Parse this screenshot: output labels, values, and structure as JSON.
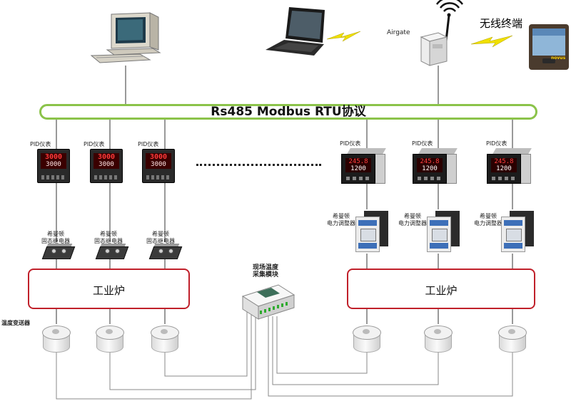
{
  "bus": {
    "label": "Rs485 Modbus RTU协议"
  },
  "airgate": {
    "label": "Airgate"
  },
  "wireless": {
    "label": "无线终端",
    "device_brand": "novus"
  },
  "pid_label": "PID仪表",
  "pid_left": [
    {
      "pv": "3000",
      "sv": "3000"
    },
    {
      "pv": "3000",
      "sv": "3000"
    },
    {
      "pv": "3000",
      "sv": "3000"
    }
  ],
  "pid_right": [
    {
      "pv": "245.8",
      "sv": "1200"
    },
    {
      "pv": "245.8",
      "sv": "1200"
    },
    {
      "pv": "245.8",
      "sv": "1200"
    }
  ],
  "ssr": {
    "line1": "希曼顿",
    "line2": "固态继电器"
  },
  "regulator": {
    "line1": "希曼顿",
    "line2": "电力调整器"
  },
  "furnace": {
    "label": "工业炉"
  },
  "module": {
    "line1": "现场温度",
    "line2": "采集模块"
  },
  "transmitter": {
    "label": "温度变送器"
  },
  "colors": {
    "bus_border": "#8bc34a",
    "furnace_border": "#c0202a",
    "wireless_bolt": "#f0e000",
    "wire": "#444444"
  }
}
